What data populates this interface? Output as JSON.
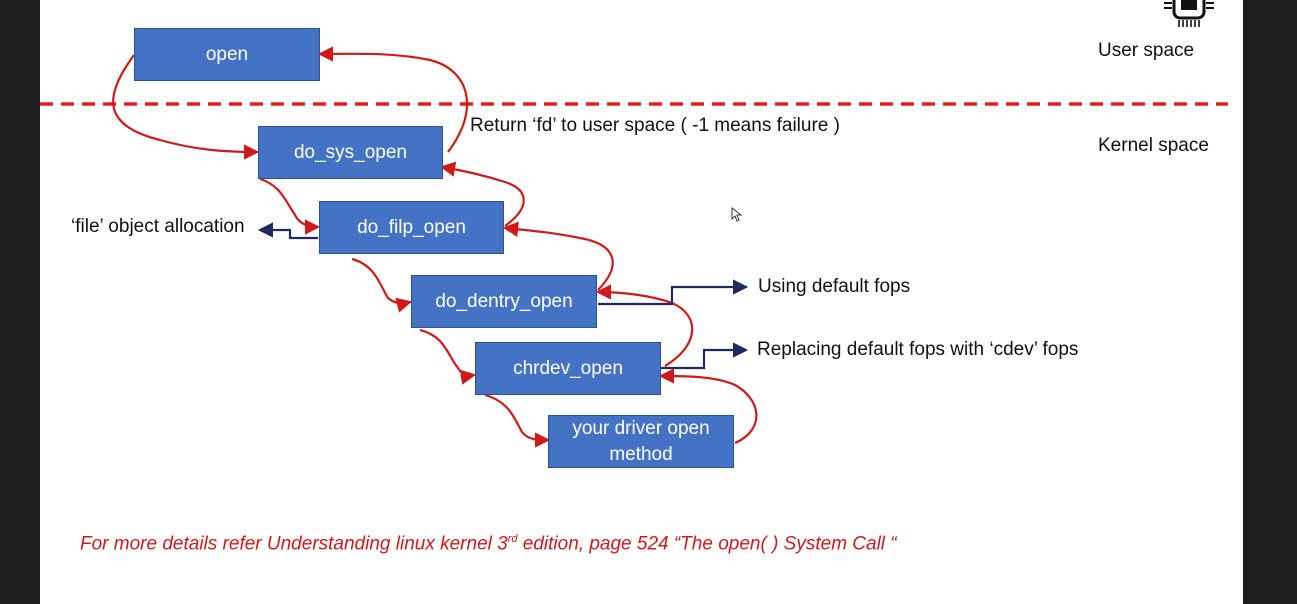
{
  "regions": {
    "user_space": "User space",
    "kernel_space": "Kernel space"
  },
  "boxes": {
    "open": "open",
    "do_sys_open": "do_sys_open",
    "do_filp_open": "do_filp_open",
    "do_dentry_open": "do_dentry_open",
    "chrdev_open": "chrdev_open",
    "driver_open_line1": "your driver open",
    "driver_open_line2": "method"
  },
  "annotations": {
    "return_fd": "Return ‘fd’ to user space ( -1 means failure )",
    "file_alloc": "‘file’ object allocation",
    "default_fops": "Using default fops",
    "replace_fops": "Replacing default fops with ‘cdev’ fops"
  },
  "footer": {
    "prefix": "For more details refer Understanding linux kernel 3",
    "superscript": "rd",
    "suffix": " edition, page 524 “The open( ) System Call “"
  },
  "colors": {
    "box_fill": "#4472c4",
    "arrow_red": "#d01a1a",
    "arrow_navy": "#1f2a5c",
    "footer_text": "#d01a1a"
  },
  "icons": {
    "corner": "chip-icon"
  }
}
